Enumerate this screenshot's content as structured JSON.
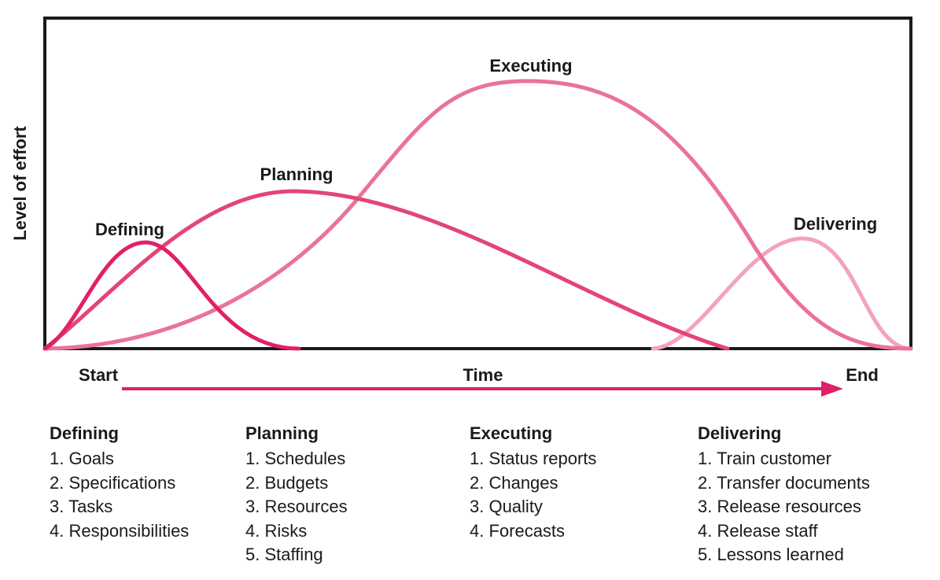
{
  "diagram": {
    "y_axis_label": "Level of effort",
    "x_axis": {
      "start": "Start",
      "center": "Time",
      "end": "End"
    },
    "colors": {
      "frame": "#1a1a1a",
      "defining": "#e0206a",
      "planning": "#e34576",
      "executing": "#ea7396",
      "delivering": "#f3a3bb",
      "arrow": "#e0206a"
    },
    "curves": [
      {
        "id": "defining",
        "label": "Defining"
      },
      {
        "id": "planning",
        "label": "Planning"
      },
      {
        "id": "executing",
        "label": "Executing"
      },
      {
        "id": "delivering",
        "label": "Delivering"
      }
    ]
  },
  "phases": [
    {
      "title": "Defining",
      "items": [
        "1. Goals",
        "2. Specifications",
        "3. Tasks",
        "4. Responsibilities"
      ]
    },
    {
      "title": "Planning",
      "items": [
        "1. Schedules",
        "2. Budgets",
        "3. Resources",
        "4. Risks",
        "5. Staffing"
      ]
    },
    {
      "title": "Executing",
      "items": [
        "1. Status reports",
        "2. Changes",
        "3. Quality",
        "4. Forecasts"
      ]
    },
    {
      "title": "Delivering",
      "items": [
        "1. Train customer",
        "2. Transfer documents",
        "3. Release resources",
        "4. Release staff",
        "5. Lessons learned"
      ]
    }
  ]
}
